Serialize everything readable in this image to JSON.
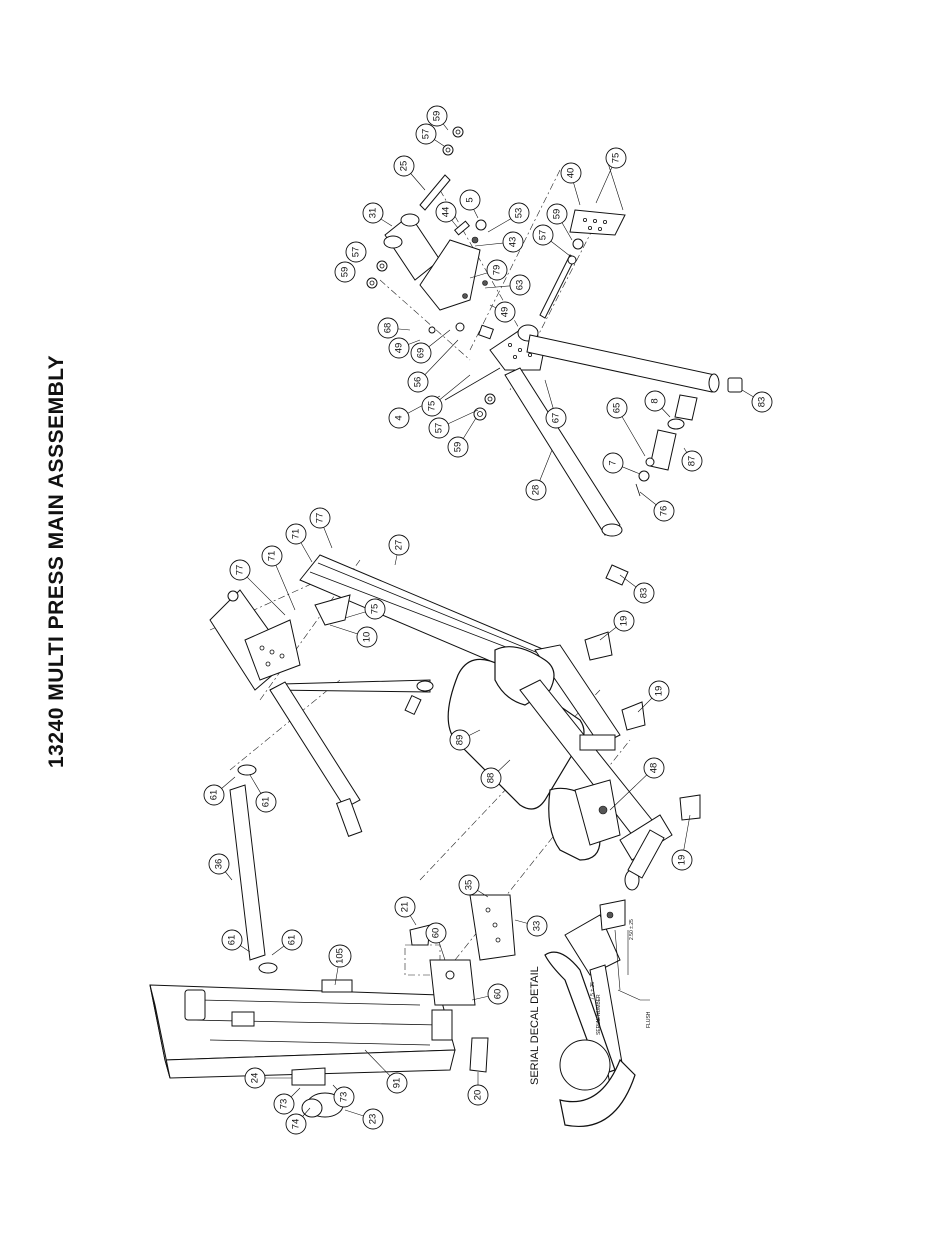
{
  "title": "13240 MULTI PRESS MAIN ASSSEMBLY",
  "detail": {
    "title": "SERIAL DECAL DETAIL",
    "notes": [
      "FLUSH",
      "SERIAL NUMBER",
      "2.50 ±.25",
      "7.5 ±.25"
    ]
  },
  "callouts": [
    {
      "id": "c-59a",
      "num": "59"
    },
    {
      "id": "c-57a",
      "num": "57"
    },
    {
      "id": "c-25",
      "num": "25"
    },
    {
      "id": "c-31",
      "num": "31"
    },
    {
      "id": "c-44",
      "num": "44"
    },
    {
      "id": "c-5",
      "num": "5"
    },
    {
      "id": "c-53",
      "num": "53"
    },
    {
      "id": "c-43",
      "num": "43"
    },
    {
      "id": "c-40",
      "num": "40"
    },
    {
      "id": "c-75a",
      "num": "75"
    },
    {
      "id": "c-59b",
      "num": "59"
    },
    {
      "id": "c-57b",
      "num": "57"
    },
    {
      "id": "c-79",
      "num": "79"
    },
    {
      "id": "c-63",
      "num": "63"
    },
    {
      "id": "c-49a",
      "num": "49"
    },
    {
      "id": "c-57c",
      "num": "57"
    },
    {
      "id": "c-59c",
      "num": "59"
    },
    {
      "id": "c-68",
      "num": "68"
    },
    {
      "id": "c-49b",
      "num": "49"
    },
    {
      "id": "c-69",
      "num": "69"
    },
    {
      "id": "c-56",
      "num": "56"
    },
    {
      "id": "c-4",
      "num": "4"
    },
    {
      "id": "c-75b",
      "num": "75"
    },
    {
      "id": "c-57d",
      "num": "57"
    },
    {
      "id": "c-59d",
      "num": "59"
    },
    {
      "id": "c-67",
      "num": "67"
    },
    {
      "id": "c-83a",
      "num": "83"
    },
    {
      "id": "c-65",
      "num": "65"
    },
    {
      "id": "c-8",
      "num": "8"
    },
    {
      "id": "c-7",
      "num": "7"
    },
    {
      "id": "c-87",
      "num": "87"
    },
    {
      "id": "c-76",
      "num": "76"
    },
    {
      "id": "c-28",
      "num": "28"
    },
    {
      "id": "c-83b",
      "num": "83"
    },
    {
      "id": "c-77a",
      "num": "77"
    },
    {
      "id": "c-71a",
      "num": "71"
    },
    {
      "id": "c-71b",
      "num": "71"
    },
    {
      "id": "c-77b",
      "num": "77"
    },
    {
      "id": "c-27",
      "num": "27"
    },
    {
      "id": "c-75c",
      "num": "75"
    },
    {
      "id": "c-10",
      "num": "10"
    },
    {
      "id": "c-19a",
      "num": "19"
    },
    {
      "id": "c-19b",
      "num": "19"
    },
    {
      "id": "c-89",
      "num": "89"
    },
    {
      "id": "c-88",
      "num": "88"
    },
    {
      "id": "c-48",
      "num": "48"
    },
    {
      "id": "c-19c",
      "num": "19"
    },
    {
      "id": "c-61a",
      "num": "61"
    },
    {
      "id": "c-61b",
      "num": "61"
    },
    {
      "id": "c-36",
      "num": "36"
    },
    {
      "id": "c-35",
      "num": "35"
    },
    {
      "id": "c-21",
      "num": "21"
    },
    {
      "id": "c-33",
      "num": "33"
    },
    {
      "id": "c-61c",
      "num": "61"
    },
    {
      "id": "c-61d",
      "num": "61"
    },
    {
      "id": "c-105",
      "num": "105"
    },
    {
      "id": "c-60a",
      "num": "60"
    },
    {
      "id": "c-60b",
      "num": "60"
    },
    {
      "id": "c-24",
      "num": "24"
    },
    {
      "id": "c-91",
      "num": "91"
    },
    {
      "id": "c-73a",
      "num": "73"
    },
    {
      "id": "c-73b",
      "num": "73"
    },
    {
      "id": "c-74",
      "num": "74"
    },
    {
      "id": "c-23",
      "num": "23"
    },
    {
      "id": "c-20",
      "num": "20"
    }
  ]
}
